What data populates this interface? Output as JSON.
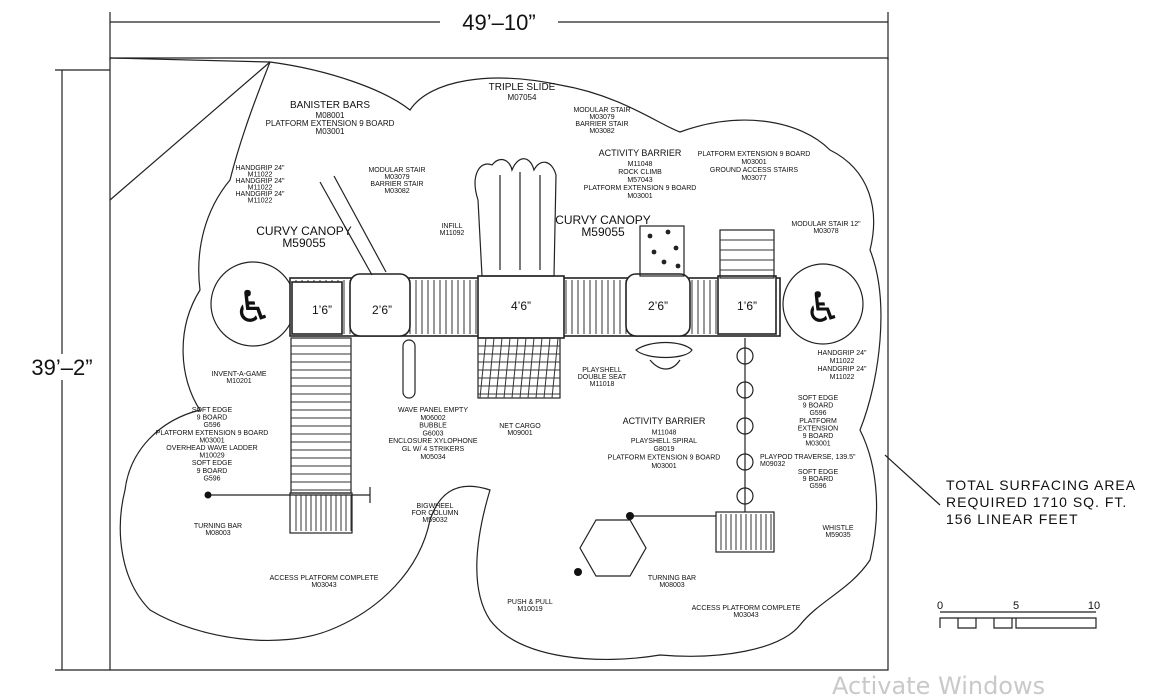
{
  "dimensions": {
    "width": "49’–10”",
    "height": "39’–2”"
  },
  "surfacing_note": [
    "TOTAL SURFACING AREA",
    "REQUIRED 1710 SQ. FT.",
    "156 LINEAR FEET"
  ],
  "scale": {
    "ticks": [
      "0",
      "5",
      "10"
    ]
  },
  "decks": [
    "1’6”",
    "2’6”",
    "4’6”",
    "2’6”",
    "1’6”"
  ],
  "labels": {
    "banister": [
      "BANISTER BARS",
      "M08001",
      "PLATFORM EXTENSION 9 BOARD",
      "M03001"
    ],
    "slide": [
      "TRIPLE SLIDE",
      "M07054"
    ],
    "modstair_top": [
      "MODULAR STAIR",
      "M03079",
      "BARRIER STAIR",
      "M03082"
    ],
    "activity_top": [
      "ACTIVITY BARRIER",
      "M11048",
      "ROCK CLIMB",
      "M57043",
      "PLATFORM EXTENSION 9 BOARD",
      "M03001"
    ],
    "platext_right": [
      "PLATFORM EXTENSION 9 BOARD",
      "M03001",
      "GROUND ACCESS STAIRS",
      "M03077"
    ],
    "handgrips_left": [
      "HANDGRIP 24\"",
      "M11022",
      "HANDGRIP 24\"",
      "M11022",
      "HANDGRIP 24\"",
      "M11022"
    ],
    "modstair_left": [
      "MODULAR STAIR",
      "M03079",
      "BARRIER STAIR",
      "M03082"
    ],
    "canopy_left": [
      "CURVY CANOPY",
      "M59055"
    ],
    "infill": [
      "INFILL",
      "M11092"
    ],
    "canopy_right": [
      "CURVY CANOPY",
      "M59055"
    ],
    "modstair12": [
      "MODULAR STAIR 12\"",
      "M03078"
    ],
    "handgrips_right": [
      "HANDGRIP 24\"",
      "M11022",
      "HANDGRIP 24\"",
      "M11022"
    ],
    "invent": [
      "INVENT-A-GAME",
      "M10201"
    ],
    "playshell_double": [
      "PLAYSHELL",
      "DOUBLE SEAT",
      "M11018"
    ],
    "left_group": [
      "SOFT EDGE",
      "9 BOARD",
      "G596",
      "PLATFORM EXTENSION 9 BOARD",
      "M03001",
      "OVERHEAD WAVE LADDER",
      "M10029",
      "SOFT EDGE",
      "9 BOARD",
      "G596"
    ],
    "wave_panel": [
      "WAVE PANEL EMPTY",
      "M06002",
      "BUBBLE",
      "G6003",
      "ENCLOSURE XYLOPHONE",
      "GL W/ 4 STRIKERS",
      "M05034"
    ],
    "net_cargo": [
      "NET CARGO",
      "M09001"
    ],
    "activity_mid": [
      "ACTIVITY BARRIER",
      "M11048",
      "PLAYSHELL SPIRAL",
      "G8019",
      "PLATFORM EXTENSION 9 BOARD",
      "M03001"
    ],
    "right_group": [
      "SOFT EDGE",
      "9 BOARD",
      "G596",
      "PLATFORM",
      "EXTENSION",
      "9 BOARD",
      "M03001"
    ],
    "playpod": [
      "PLAYPOD TRAVERSE, 139.5\"",
      "M09032"
    ],
    "soft_edge_right": [
      "SOFT EDGE",
      "9 BOARD",
      "G596"
    ],
    "bigwheel": [
      "BIGWHEEL",
      "FOR COLUMN",
      "M59032"
    ],
    "turning_bar_left": [
      "TURNING BAR",
      "M08003"
    ],
    "turning_bar_right": [
      "TURNING BAR",
      "M08003"
    ],
    "whistle": [
      "WHISTLE",
      "M59035"
    ],
    "access_left": [
      "ACCESS PLATFORM COMPLETE",
      "M03043"
    ],
    "push_pull": [
      "PUSH & PULL",
      "M10019"
    ],
    "access_right": [
      "ACCESS PLATFORM COMPLETE",
      "M03043"
    ]
  },
  "watermark": "Activate Windows",
  "colors": {
    "ink": "#111111",
    "watermark": "#c9c9c9"
  }
}
